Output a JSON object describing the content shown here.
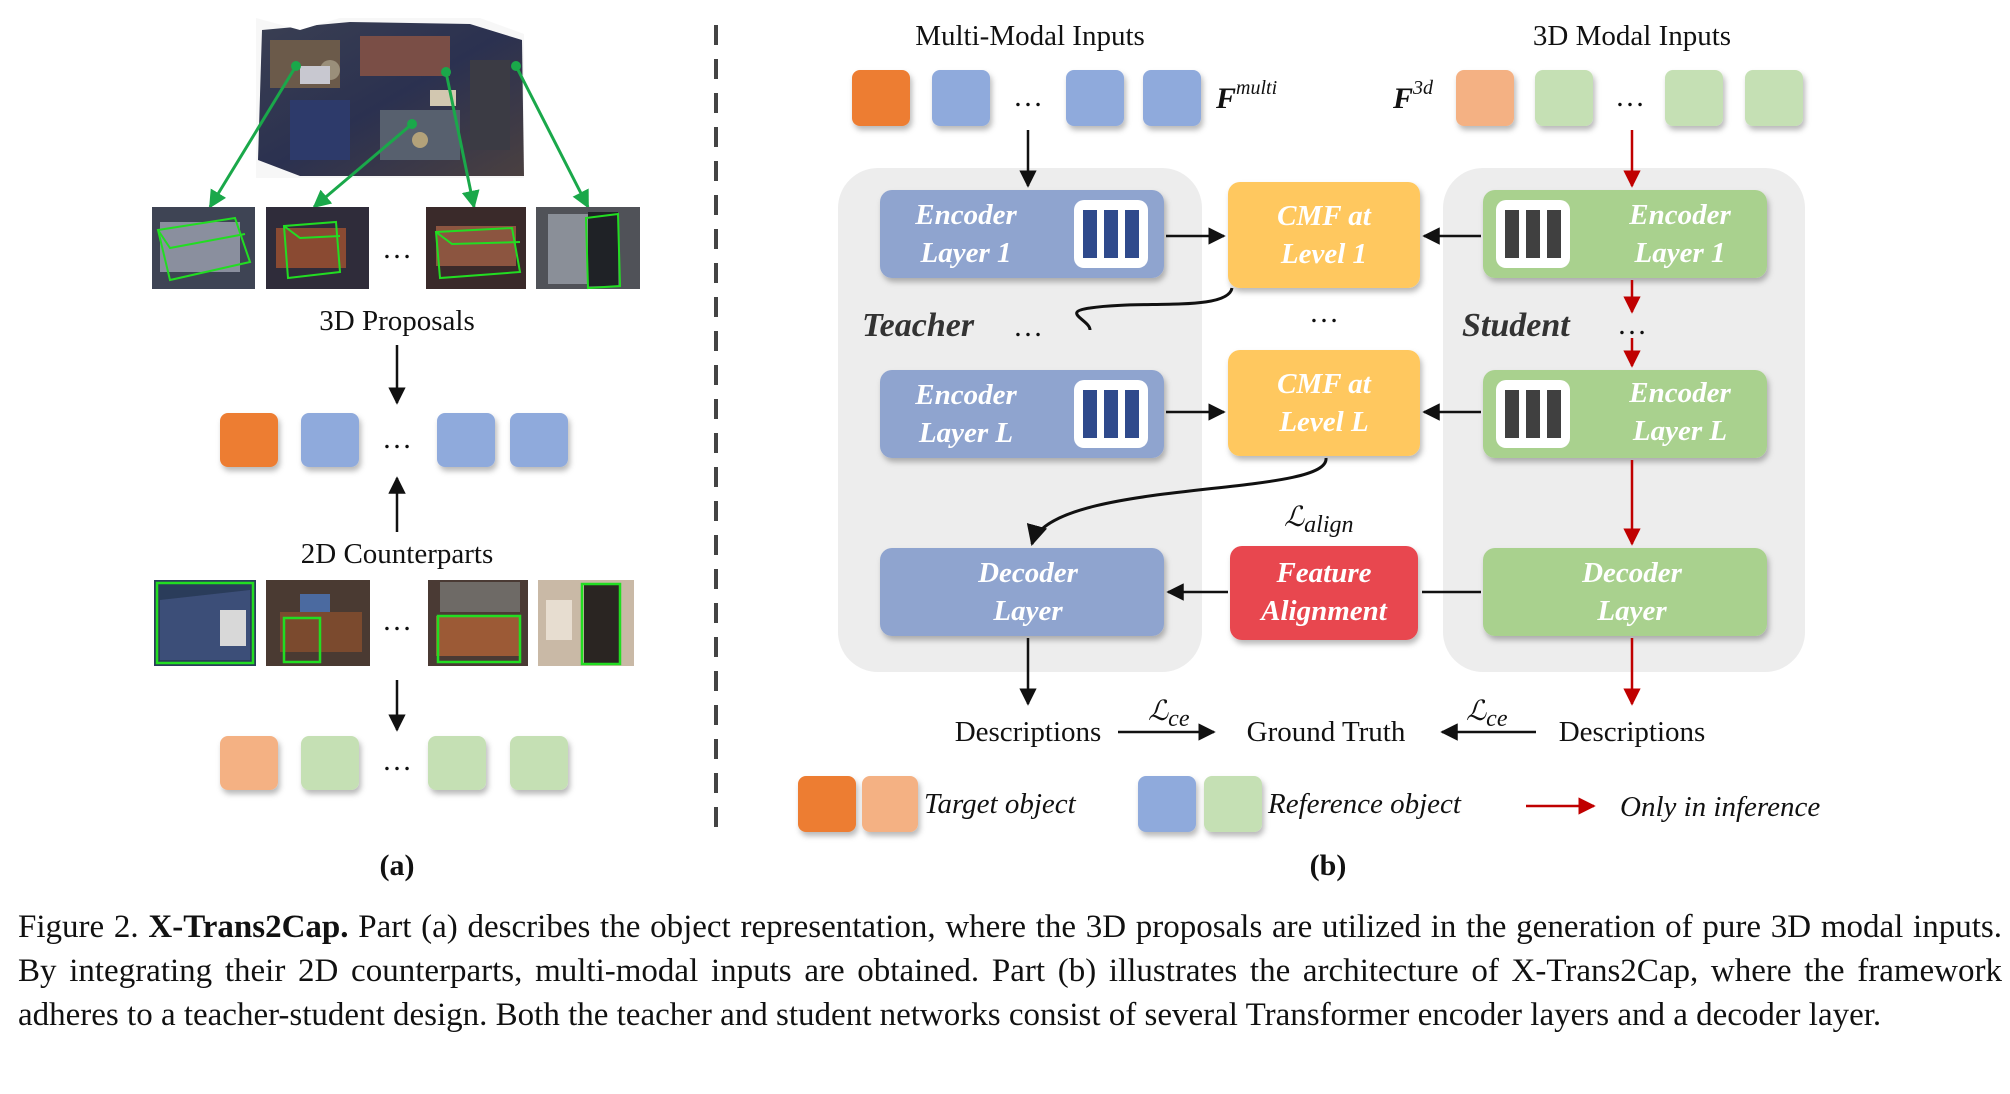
{
  "colors": {
    "target_multi": "#ED7D31",
    "target_3d": "#F4B183",
    "reference_multi": "#8FAADC",
    "reference_3d": "#C5E0B4",
    "teacher_box": "#8FA4CF",
    "student_box": "#A9D18E",
    "cmf_box": "#FFC85E",
    "feature_alignment_box": "#E8474F",
    "panel_bg": "#EDEDED",
    "inference_arrow": "#C00000",
    "bbox_green": "#22DD22"
  },
  "panel_a": {
    "proposals_label": "3D Proposals",
    "counterparts_label": "2D Counterparts",
    "dots": "…",
    "sub_label": "(a)"
  },
  "panel_b": {
    "multi_inputs_label": "Multi-Modal Inputs",
    "modal3d_inputs_label": "3D Modal Inputs",
    "f_multi_base": "F",
    "f_multi_sup": "multi",
    "f_3d_base": "F",
    "f_3d_sup": "3d",
    "teacher_label": "Teacher",
    "student_label": "Student",
    "teacher_enc1": [
      "Encoder",
      "Layer 1"
    ],
    "teacher_encL": [
      "Encoder",
      "Layer L"
    ],
    "teacher_dec": [
      "Decoder",
      "Layer"
    ],
    "student_enc1": [
      "Encoder",
      "Layer 1"
    ],
    "student_encL": [
      "Encoder",
      "Layer L"
    ],
    "student_dec": [
      "Decoder",
      "Layer"
    ],
    "cmf1": [
      "CMF at",
      "Level 1"
    ],
    "cmfL": [
      "CMF at",
      "Level L"
    ],
    "feature_alignment": [
      "Feature",
      "Alignment"
    ],
    "l_align_base": "ℒ",
    "l_align_sub": "align",
    "l_ce_base": "ℒ",
    "l_ce_sub": "ce",
    "descriptions_left": "Descriptions",
    "ground_truth": "Ground Truth",
    "descriptions_right": "Descriptions",
    "dots": "…",
    "sub_label": "(b)"
  },
  "legend": {
    "target": "Target object",
    "reference": "Reference object",
    "inference": "Only in inference"
  },
  "caption": {
    "figure_label": "Figure 2.",
    "title": "X-Trans2Cap.",
    "text": "Part (a) describes the object representation, where the 3D proposals are utilized in the generation of pure 3D modal inputs. By integrating their 2D counterparts, multi-modal inputs are obtained. Part (b) illustrates the architecture of X-Trans2Cap, where the framework adheres to a teacher-student design. Both the teacher and student networks consist of several Transformer encoder layers and a decoder layer."
  }
}
